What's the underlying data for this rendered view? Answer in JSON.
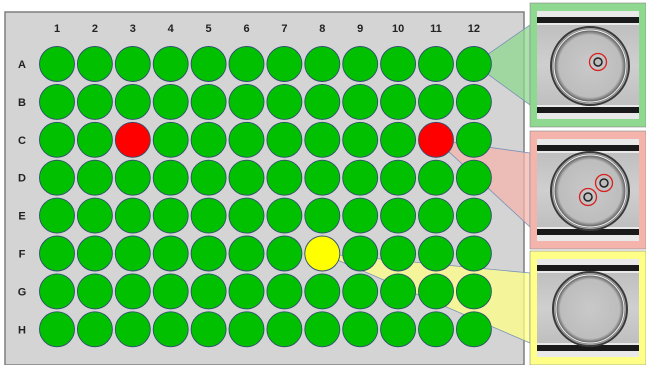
{
  "plate": {
    "background_color": "#d4d4d4",
    "column_labels": [
      "1",
      "2",
      "3",
      "4",
      "5",
      "6",
      "7",
      "8",
      "9",
      "10",
      "11",
      "12"
    ],
    "row_labels": [
      "A",
      "B",
      "C",
      "D",
      "E",
      "F",
      "G",
      "H"
    ],
    "default_well_color": "#00c000",
    "highlighted_wells": [
      {
        "row": "C",
        "column": "3",
        "color": "#ff0000"
      },
      {
        "row": "C",
        "column": "11",
        "color": "#ff0000"
      },
      {
        "row": "F",
        "column": "8",
        "color": "#ffff00"
      }
    ]
  },
  "callouts": [
    {
      "well_row": "A",
      "well_column": "12",
      "frame_color": "#8fd88f",
      "cell_count": 1
    },
    {
      "well_row": "C",
      "well_column": "11",
      "frame_color": "#f4b4ac",
      "cell_count": 2
    },
    {
      "well_row": "F",
      "well_column": "8",
      "frame_color": "#ffff88",
      "cell_count": 0
    }
  ]
}
